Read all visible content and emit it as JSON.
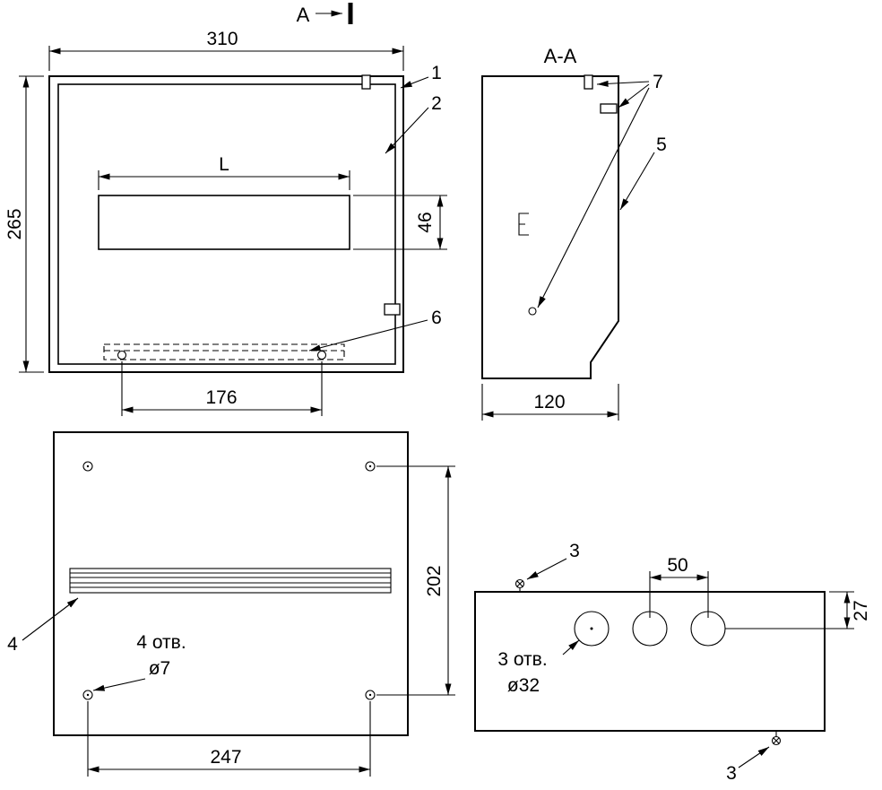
{
  "background": "#ffffff",
  "ink": "#000000",
  "views": {
    "front": {
      "section_cut_label": "A",
      "dim_width": "310",
      "dim_height": "265",
      "dim_window_width": "L",
      "dim_window_height": "46",
      "dim_rail_screw_spacing": "176",
      "callout_body": "1",
      "callout_door": "2",
      "callout_rail": "6"
    },
    "section": {
      "title": "A-A",
      "dim_depth": "120",
      "callout_latches": "7",
      "callout_side_wall": "5"
    },
    "back": {
      "note_hole_count": "4 отв.",
      "note_hole_dia": "ø7",
      "dim_hole_spacing_vertical": "202",
      "dim_hole_spacing_horizontal": "247",
      "callout_rail": "4"
    },
    "top": {
      "note_hole_count": "3 отв.",
      "note_hole_dia": "ø32",
      "dim_hole_pitch": "50",
      "dim_hole_offset": "27",
      "callout_screw": "3"
    }
  }
}
